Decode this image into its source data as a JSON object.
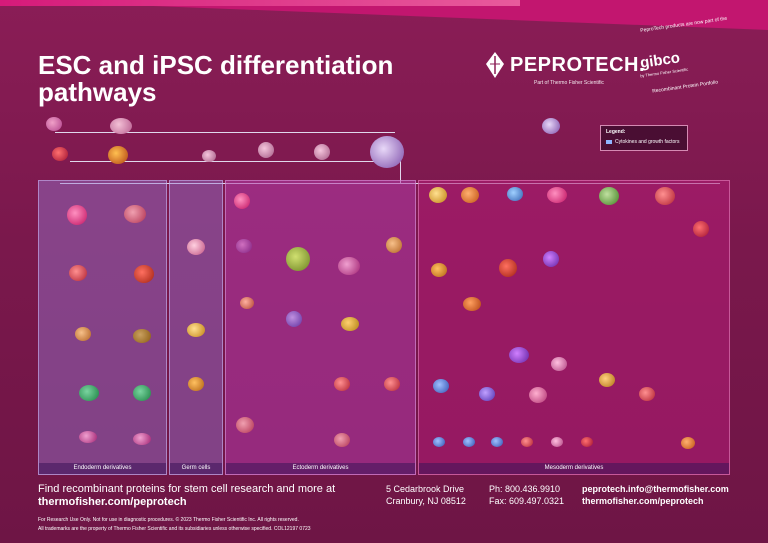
{
  "title": "ESC and iPSC differentiation pathways",
  "brand": {
    "name": "PEPROTECH.",
    "sub": "Part of Thermo Fisher Scientific",
    "promo": "PeproTech products are now part of the",
    "gibco": "gibco",
    "gibco_sub": "by Thermo Fisher Scientific",
    "portfolio": "Recombinant Protein Portfolio"
  },
  "legend": {
    "title": "Legend:",
    "item": "Cytokines and growth factors",
    "color": "#8fb5ff"
  },
  "regions": {
    "endoderm": "Endoderm derivatives",
    "germ": "Germ cells",
    "ectoderm": "Ectoderm derivatives",
    "mesoderm": "Mesoderm derivatives"
  },
  "footer": {
    "line1": "Find recombinant proteins for stem cell research and more at",
    "url": "thermofisher.com/peprotech",
    "address1": "5 Cedarbrook Drive",
    "address2": "Cranbury, NJ 08512",
    "phone": "Ph: 800.436.9910",
    "fax": "Fax: 609.497.0321",
    "email": "peprotech.info@thermofisher.com",
    "url2": "thermofisher.com/peprotech",
    "legal1": "For Research Use Only. Not for use in diagnostic procedures. © 2023 Thermo Fisher Scientific Inc. All rights reserved.",
    "legal2": "All trademarks are the property of Thermo Fisher Scientific and its subsidiaries unless otherwise specified. COL12197 0723"
  },
  "colors": {
    "background": "#7a184c",
    "accent": "#c2166f"
  }
}
